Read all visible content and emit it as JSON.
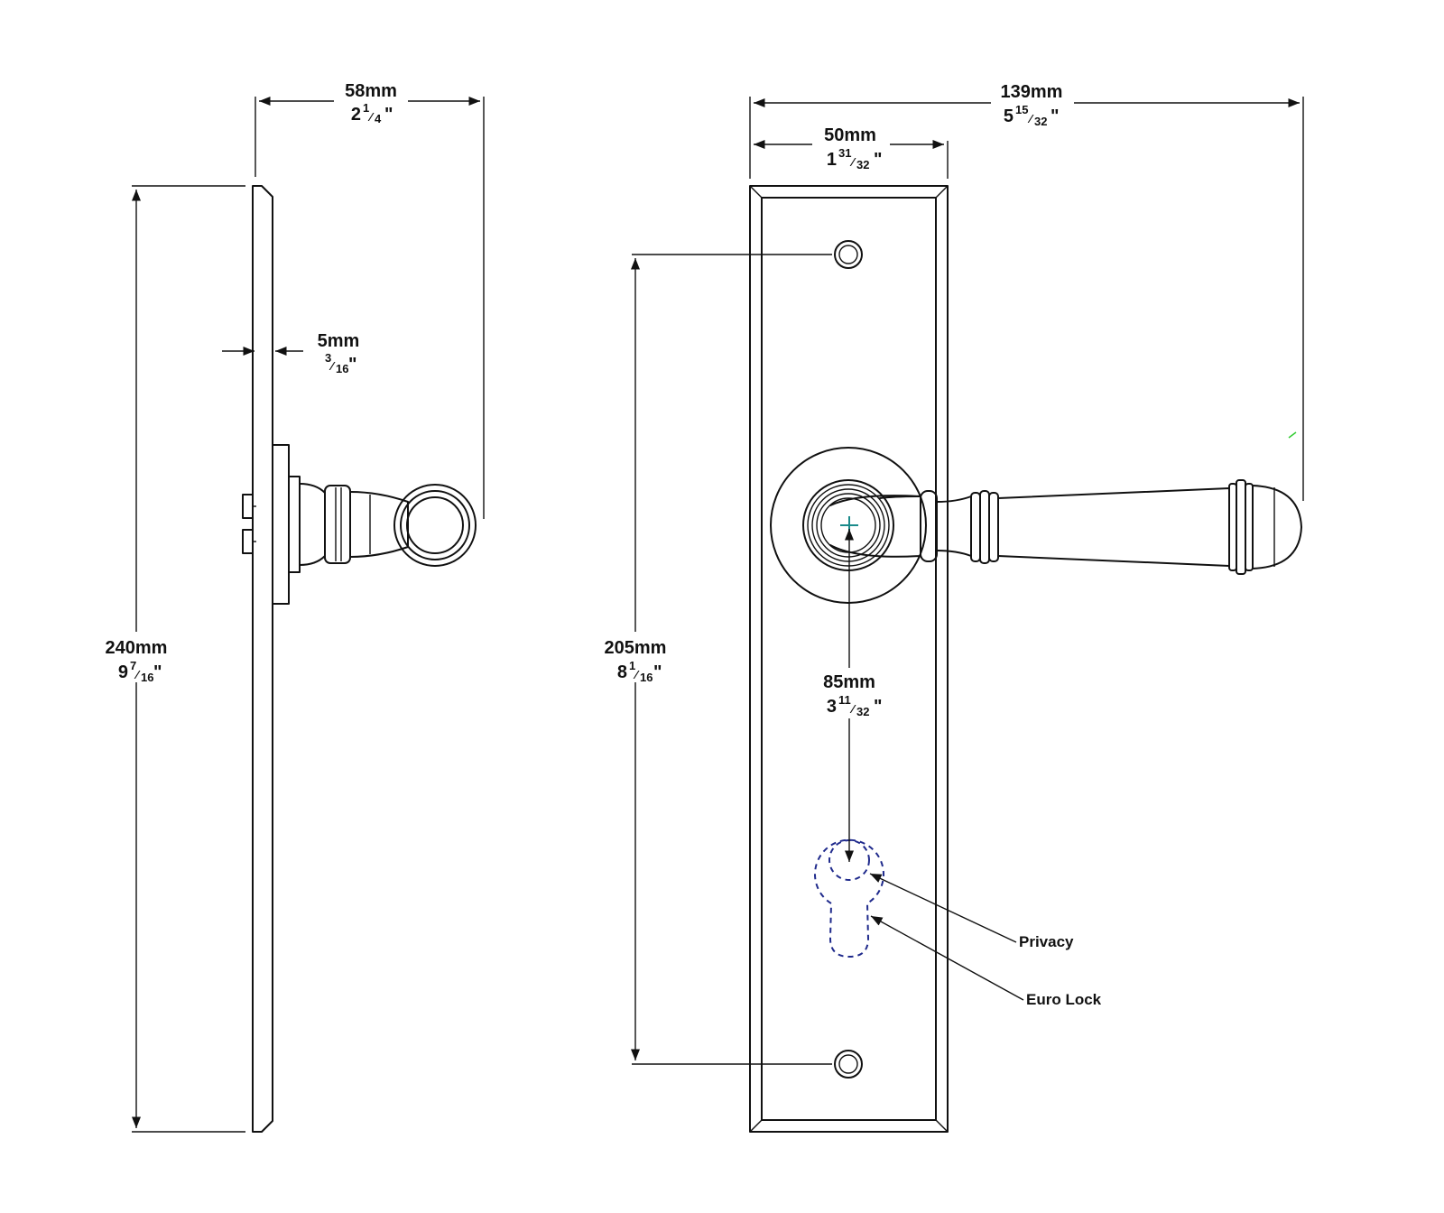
{
  "dimensions": {
    "side_width": {
      "metric": "58mm",
      "whole": "2",
      "num": "1",
      "den": "4",
      "unit": "\""
    },
    "plate_thickness": {
      "metric": "5mm",
      "whole": "",
      "num": "3",
      "den": "16",
      "unit": "\""
    },
    "height": {
      "metric": "240mm",
      "whole": "9",
      "num": "7",
      "den": "16",
      "unit": "\""
    },
    "overall_width": {
      "metric": "139mm",
      "whole": "5",
      "num": "15",
      "den": "32",
      "unit": "\""
    },
    "plate_width": {
      "metric": "50mm",
      "whole": "1",
      "num": "31",
      "den": "32",
      "unit": "\""
    },
    "fixing_centres": {
      "metric": "205mm",
      "whole": "8",
      "num": "1",
      "den": "16",
      "unit": "\""
    },
    "lever_to_lock": {
      "metric": "85mm",
      "whole": "3",
      "num": "11",
      "den": "32",
      "unit": "\""
    }
  },
  "callouts": {
    "privacy": "Privacy",
    "euro_lock": "Euro Lock"
  },
  "colors": {
    "line": "#111111",
    "lock_outline": "#1f2a8c",
    "spindle_mark": "#1a8a8a"
  }
}
